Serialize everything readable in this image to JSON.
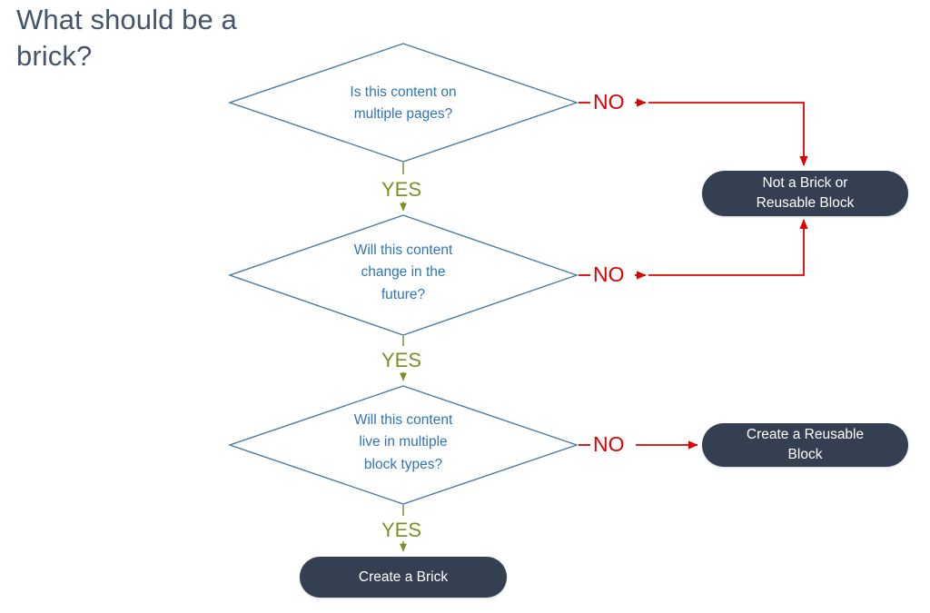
{
  "slide": {
    "title": "What should be a brick?",
    "title_color": "#44546a",
    "background": "#ffffff"
  },
  "palette": {
    "decision_stroke": "#4a7ba7",
    "decision_text": "#2e75b6",
    "terminator_fill": "#343f52",
    "terminator_text": "#ffffff",
    "yes_color": "#7f9029",
    "no_color": "#e00000"
  },
  "chart_data": {
    "type": "flowchart",
    "title": "What should be a brick?",
    "nodes": [
      {
        "id": "q1",
        "shape": "diamond",
        "text": "Is this content on multiple pages?"
      },
      {
        "id": "q2",
        "shape": "diamond",
        "text": "Will this content change in the future?"
      },
      {
        "id": "q3",
        "shape": "diamond",
        "text": "Will this content live in multiple block types?"
      },
      {
        "id": "t1",
        "shape": "pill",
        "text": "Not a Brick or Reusable Block"
      },
      {
        "id": "t2",
        "shape": "pill",
        "text": "Create a Reusable Block"
      },
      {
        "id": "t3",
        "shape": "pill",
        "text": "Create a Brick"
      }
    ],
    "edges": [
      {
        "from": "q1",
        "to": "q2",
        "label": "YES",
        "color": "#7f9029"
      },
      {
        "from": "q1",
        "to": "t1",
        "label": "NO",
        "color": "#e00000"
      },
      {
        "from": "q2",
        "to": "q3",
        "label": "YES",
        "color": "#7f9029"
      },
      {
        "from": "q2",
        "to": "t1",
        "label": "NO",
        "color": "#e00000"
      },
      {
        "from": "q3",
        "to": "t3",
        "label": "YES",
        "color": "#7f9029"
      },
      {
        "from": "q3",
        "to": "t2",
        "label": "NO",
        "color": "#e00000"
      }
    ]
  },
  "decisions": {
    "q1": {
      "line1": "Is this content on",
      "line2": "multiple pages?"
    },
    "q2": {
      "line1": "Will this content",
      "line2": "change in the",
      "line3": "future?"
    },
    "q3": {
      "line1": "Will this content",
      "line2": "live in multiple",
      "line3": "block types?"
    }
  },
  "terminators": {
    "not_a_brick": {
      "line1": "Not a Brick or",
      "line2": "Reusable Block"
    },
    "reusable_block": {
      "line1": "Create a Reusable",
      "line2": "Block"
    },
    "brick": {
      "line1": "Create a Brick"
    }
  },
  "edge_labels": {
    "yes_1": "YES",
    "yes_2": "YES",
    "yes_3": "YES",
    "no_1": "NO",
    "no_2": "NO",
    "no_3": "NO"
  }
}
